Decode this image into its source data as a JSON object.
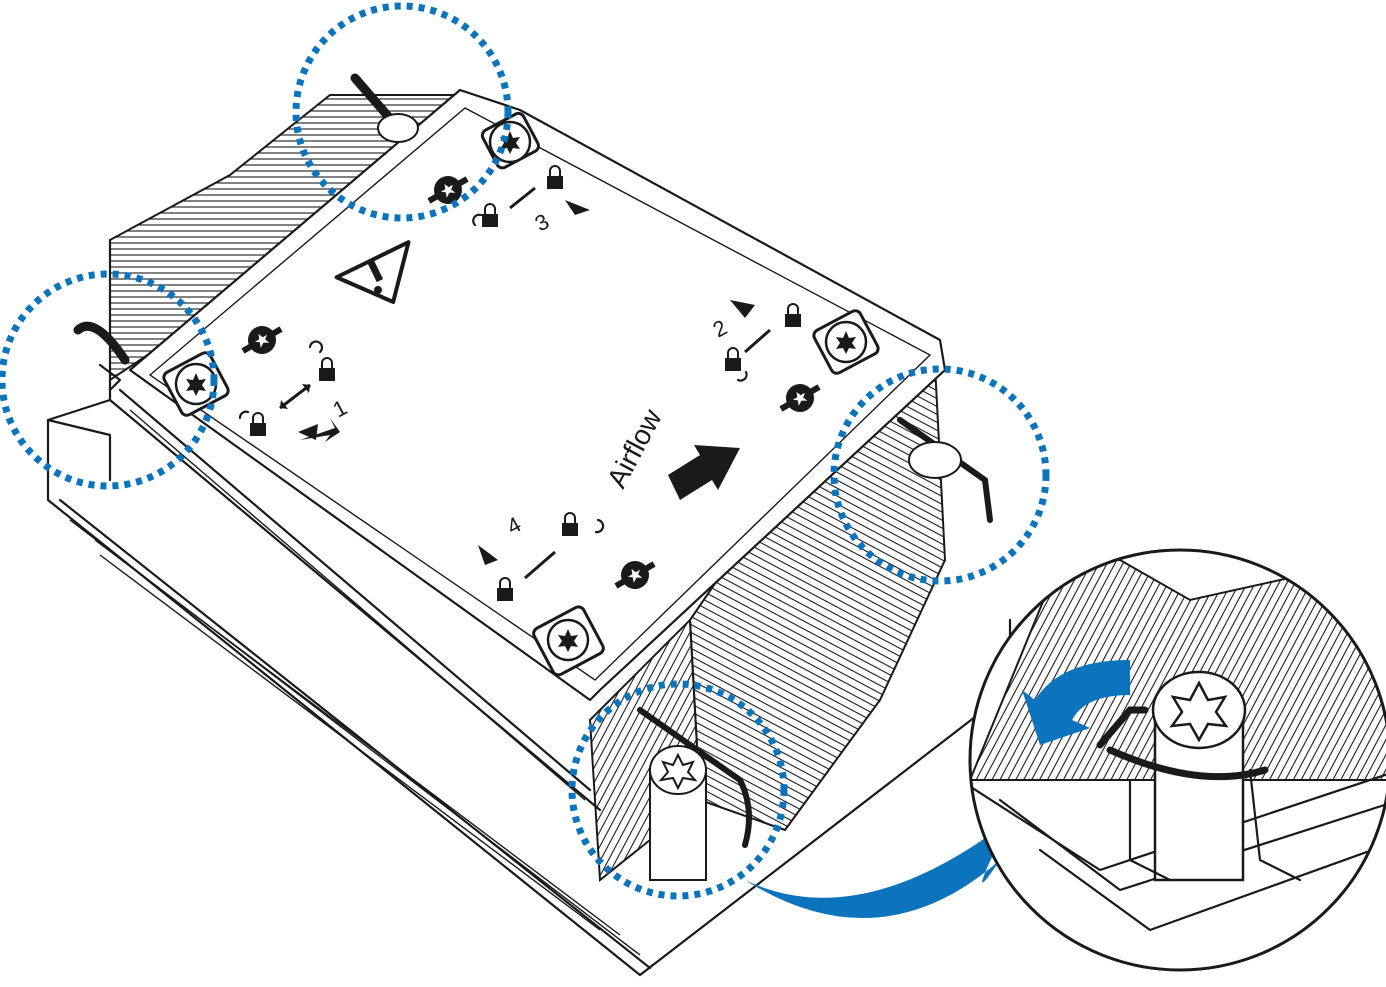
{
  "label": {
    "airflow": "Airflow",
    "screw_1": "1",
    "screw_2": "2",
    "screw_3": "3",
    "screw_4": "4"
  },
  "colors": {
    "line": "#1a1a1a",
    "highlight": "#0b74bd",
    "background": "#ffffff"
  },
  "icons": [
    "warning-icon",
    "unlock-icon",
    "lock-icon",
    "torx-screw-icon",
    "airflow-arrow-icon",
    "rotate-arrow-icon"
  ]
}
